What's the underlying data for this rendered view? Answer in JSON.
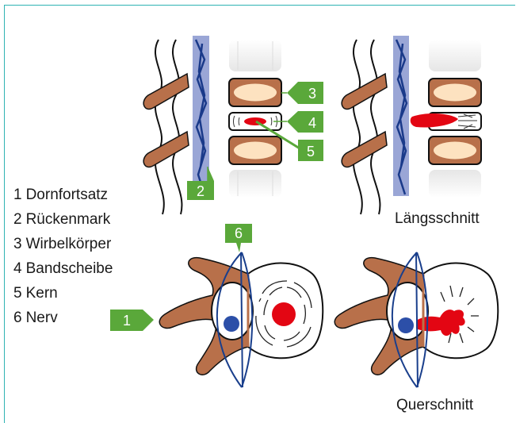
{
  "legend": [
    {
      "num": "1",
      "label": "Dornfortsatz"
    },
    {
      "num": "2",
      "label": "Rückenmark"
    },
    {
      "num": "3",
      "label": "Wirbelkörper"
    },
    {
      "num": "4",
      "label": "Bandscheibe"
    },
    {
      "num": "5",
      "label": "Kern"
    },
    {
      "num": "6",
      "label": "Nerv"
    }
  ],
  "captions": {
    "longitudinal": "Längsschnitt",
    "cross": "Querschnitt"
  },
  "tags": {
    "t1": "1",
    "t2": "2",
    "t3": "3",
    "t4": "4",
    "t5": "5",
    "t6": "6"
  },
  "colors": {
    "frame": "#2fb3b3",
    "tag_green": "#5aa83a",
    "bone": "#b8704a",
    "vertebra_fill": "#fde2c0",
    "cord": "#9aa6d6",
    "cord_vein": "#1a3a8a",
    "nucleus": "#e30613",
    "nerve": "#1a3f8c"
  }
}
